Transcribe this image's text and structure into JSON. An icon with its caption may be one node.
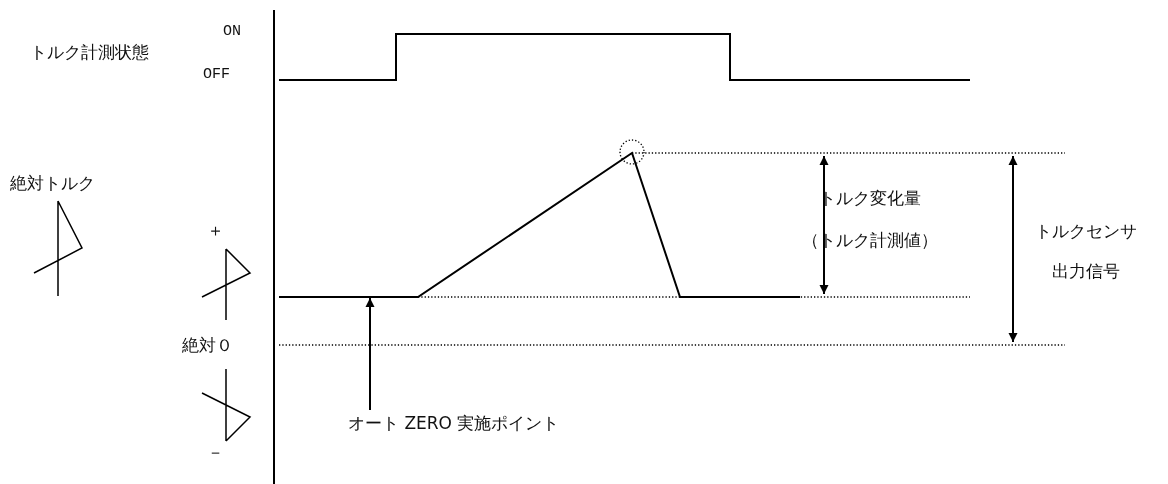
{
  "diagram": {
    "nodes": [
      {
        "text": [
          "オート ZERO 実施ポイント"
        ]
      },
      {
        "text": [],
        "shape": "line"
      }
    ],
    "edges": [
      {
        "from": 0,
        "to": 1,
        "arrow": "to"
      }
    ],
    "labels": [
      "ON",
      "トルク計測状態",
      "OFF",
      "絶対トルク",
      "トルク変化量（トルク計測値）",
      "トルクセンサ出力信号",
      "＋",
      "絶対０",
      "－"
    ]
  }
}
